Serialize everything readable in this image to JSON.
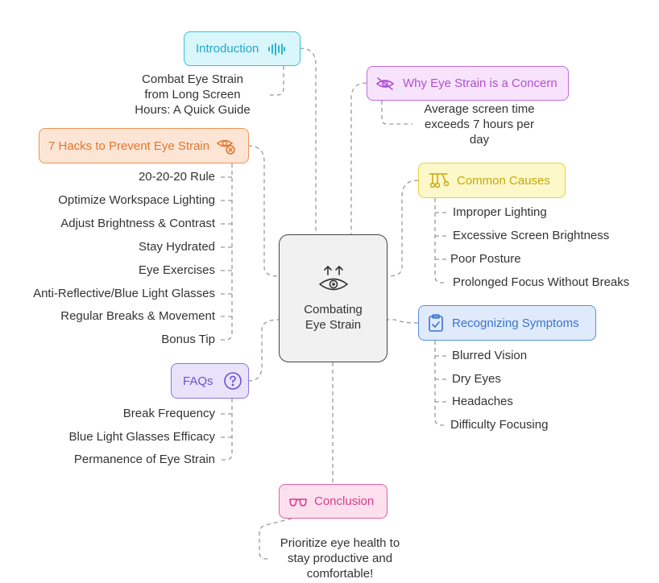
{
  "center": {
    "title": "Combating\nEye Strain",
    "icon": "eye-focus-icon"
  },
  "introduction": {
    "label": "Introduction",
    "icon": "sound-wave-icon",
    "text": "Combat Eye Strain\nfrom Long Screen\nHours: A Quick Guide",
    "colors": {
      "fill": "#d9f6fb",
      "border": "#33c3dd",
      "text": "#1fa9c7"
    }
  },
  "concern": {
    "label": "Why Eye Strain is a Concern",
    "icon": "eye-off-icon",
    "text": "Average screen time\nexceeds 7 hours per\nday",
    "colors": {
      "fill": "#f7e3fb",
      "border": "#c46ce0",
      "text": "#b14fd6"
    }
  },
  "hacks": {
    "label": "7 Hacks to Prevent Eye Strain",
    "icon": "eye-settings-icon",
    "items": [
      "20-20-20 Rule",
      "Optimize Workspace Lighting",
      "Adjust Brightness & Contrast",
      "Stay Hydrated",
      "Eye Exercises",
      "Anti-Reflective/Blue Light Glasses",
      "Regular Breaks & Movement",
      "Bonus Tip"
    ],
    "colors": {
      "fill": "#fde5d6",
      "border": "#ef9255",
      "text": "#e0772f"
    }
  },
  "causes": {
    "label": "Common Causes",
    "icon": "pendulum-icon",
    "items": [
      "Improper Lighting",
      "Excessive Screen Brightness",
      "Poor Posture",
      "Prolonged Focus Without Breaks"
    ],
    "colors": {
      "fill": "#fdf8c9",
      "border": "#e8cf3c",
      "text": "#c8a60c"
    }
  },
  "symptoms": {
    "label": "Recognizing Symptoms",
    "icon": "clipboard-check-icon",
    "items": [
      "Blurred Vision",
      "Dry Eyes",
      "Headaches",
      "Difficulty Focusing"
    ],
    "colors": {
      "fill": "#dfeafb",
      "border": "#5a8fdf",
      "text": "#3a73cf"
    }
  },
  "faqs": {
    "label": "FAQs",
    "icon": "question-circle-icon",
    "items": [
      "Break Frequency",
      "Blue Light Glasses Efficacy",
      "Permanence of Eye Strain"
    ],
    "colors": {
      "fill": "#e8e3fb",
      "border": "#8d72e0",
      "text": "#6e50d3"
    }
  },
  "conclusion": {
    "label": "Conclusion",
    "icon": "glasses-icon",
    "text": "Prioritize eye health to\nstay productive and\ncomfortable!",
    "colors": {
      "fill": "#fde0ee",
      "border": "#e65ba3",
      "text": "#d63d8c"
    }
  }
}
